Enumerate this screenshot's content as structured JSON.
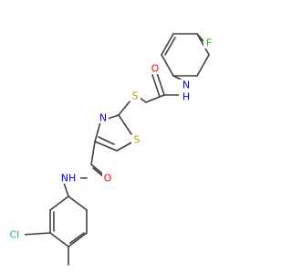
{
  "colors": {
    "bond": "#404040",
    "O": "#ff0000",
    "N": "#0000ff",
    "S": "#b2a400",
    "F": "#33b533",
    "Cl": "#33b533",
    "H": "#0000ff"
  },
  "atoms": {
    "fluorine": {
      "text": "F",
      "element": "F"
    },
    "amide_top_nh": {
      "text": "NH",
      "element": "N"
    },
    "amide_top_o": {
      "text": "O",
      "element": "O"
    },
    "thioether_s": {
      "text": "S",
      "element": "S"
    },
    "thiazole_n": {
      "text": "N",
      "element": "N"
    },
    "thiazole_s": {
      "text": "S",
      "element": "S"
    },
    "amide_bottom_nh": {
      "text": "NH",
      "element": "N"
    },
    "amide_bottom_o": {
      "text": "O",
      "element": "O"
    },
    "chlorine": {
      "text": "Cl",
      "element": "Cl"
    }
  }
}
